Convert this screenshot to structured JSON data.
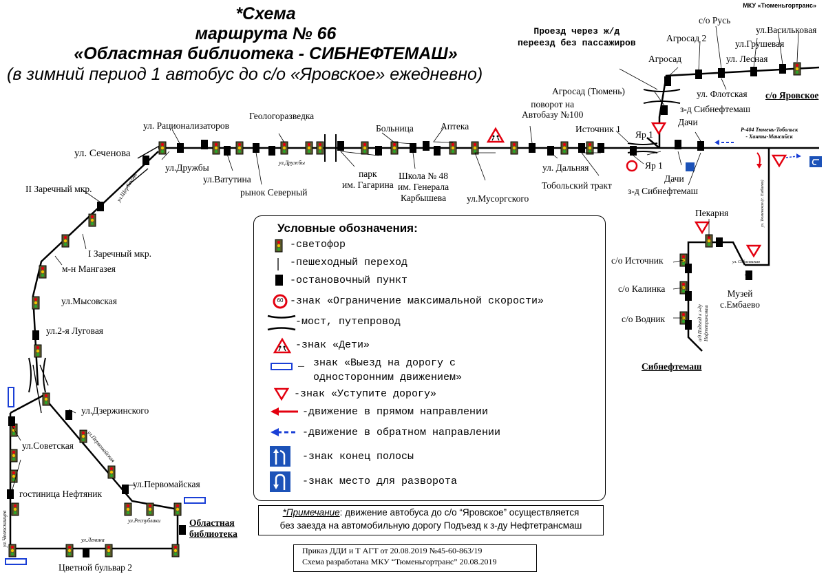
{
  "header": {
    "org": "МКУ «Тюменьгортранс»",
    "title_line1": "*Схема",
    "title_line2": "маршрута № 66",
    "title_line3": "«Областная  библиотека - СИБНЕФТЕМАШ»",
    "subtitle": "(в зимний период 1 автобус до с/о «Яровское» ежедневно)"
  },
  "map_labels": {
    "proezd": "Проезд через ж/д\nпереезд без пассажиров",
    "agrosad2": "Агросад 2",
    "co_rus": "с/о Русь",
    "ul_vasilkovaya": "ул.Васильковая",
    "ul_grushevaya": "ул.Грушевая",
    "agrosad": "Агросад",
    "ul_lesnaya": "ул. Лесная",
    "ul_flotskaya": "ул. Флотская",
    "co_yarovskoe": "с/о Яровское",
    "agrosad_tyumen": "Агросад (Тюмень)",
    "zd_sibneftemash_top": "з-д Сибнефтемаш",
    "dachi_top": "Дачи",
    "istochnik1": "Источник 1",
    "yar1_top": "Яр 1",
    "yar1_bottom": "Яр 1",
    "dachi_bottom": "Дачи",
    "zd_sibneftemash_bottom": "з-д Сибнефтемаш",
    "r404": "Р-404 Тюмень-Тобольск\n- Ханты-Мансийск",
    "povorot": "поворот на\nАвтобазу №100",
    "apteka": "Аптека",
    "bolnitsa": "Больница",
    "geologorazvedka": "Геологоразведка",
    "ul_ratsionalizatorov": "ул. Рационализаторов",
    "ul_sechenova": "ул. Сеченова",
    "ul_druzhby": "ул.Дружбы",
    "ul_druzhby_small": "ул.Дружбы",
    "ul_vatutina": "ул.Ватутина",
    "rynok_severny": "рынок Северный",
    "park_gagarina": "парк\nим. Гагарина",
    "shkola48": "Школа № 48\nим. Генерала\nКарбышева",
    "ul_mussorgskogo": "ул.Мусоргского",
    "ul_dalnyaya": "ул. Дальняя",
    "tobolsky_trakt": "Тобольский тракт",
    "ii_zarechny": "II Заречный мкр.",
    "ul_shcherbakova": "ул.Щербакова",
    "i_zarechny": "I Заречный мкр.",
    "m_mangazeya": "м-н Мангазея",
    "ul_mysovskaya": "ул.Мысовская",
    "ul_2_lugovaya": "ул.2-я Луговая",
    "ul_dzerzhinskogo": "ул.Дзержинского",
    "ul_pervomayskaya_small": "ул.Первомайская",
    "ul_sovetskaya": "ул.Советская",
    "gostinitsa": "гостиница Нефтяник",
    "ul_pervomayskaya": "ул.Первомайская",
    "ul_chelyuskintsev": "ул.Челюскинцев",
    "ul_respubliki": "ул.Республики",
    "oblastnaya_biblioteka": "Областная\nбиблиотека",
    "ul_lenina": "ул.Ленина",
    "tsvetnoy_bulvar": "Цветной бульвар 2",
    "pekarnya": "Пекарня",
    "co_istochnik": "с/о Источник",
    "co_kalinka": "с/о Калинка",
    "co_vodnik": "с/о Водник",
    "sibneftemash": "Сибнефтемаш",
    "muzey": "Музей\nс.Ембаево",
    "ul_sobolevskaya": "ул. Соболевская",
    "ul_tyumenskaya": "ул. Тюменская (с. Ембаево)",
    "podezd_neftetransmash": "а/д Подъезд к з-ду\nНефтетрансмаш"
  },
  "legend": {
    "title": "Условные обозначения:",
    "items": [
      {
        "icon": "traffic-light-icon",
        "text": "-светофор"
      },
      {
        "icon": "crosswalk-icon",
        "text": "-пешеходный переход"
      },
      {
        "icon": "bus-stop-icon",
        "text": "-остановочный пункт"
      },
      {
        "icon": "speed-limit-icon",
        "text": "-знак «Ограничение максимальной скорости»"
      },
      {
        "icon": "bridge-icon",
        "text": "-мост, путепровод"
      },
      {
        "icon": "children-sign-icon",
        "text": "-знак «Дети»"
      },
      {
        "icon": "one-way-exit-icon",
        "text": "знак «Выезд на дорогу с\nодносторонним движением»"
      },
      {
        "icon": "yield-sign-icon",
        "text": "-знак «Уступите дорогу»"
      },
      {
        "icon": "forward-arrow-icon",
        "text": "-движение в прямом направлении"
      },
      {
        "icon": "backward-arrow-icon",
        "text": "-движение в обратном направлении"
      },
      {
        "icon": "lane-end-icon",
        "text": "-знак конец полосы"
      },
      {
        "icon": "u-turn-icon",
        "text": "-знак место для разворота"
      }
    ],
    "speed_value": "60",
    "dash": "_"
  },
  "note": {
    "prefix": "*Примечание",
    "text": ": движение автобуса до с/о “Яровское” осуществляется",
    "line2": "без заезда на автомобильную дорогу Подъезд к з-ду Нефтетрансмаш"
  },
  "order": {
    "line1": "Приказ ДДИ и Т АГТ от 20.08.2019 №45-60-863/19",
    "line2": "Схема разработана МКУ “Тюменьгортранс” 20.08.2019"
  },
  "colors": {
    "red": "#e3000f",
    "blue": "#1a3fd6",
    "sign_blue": "#1c52b8",
    "olive": "#5b5a2c"
  }
}
